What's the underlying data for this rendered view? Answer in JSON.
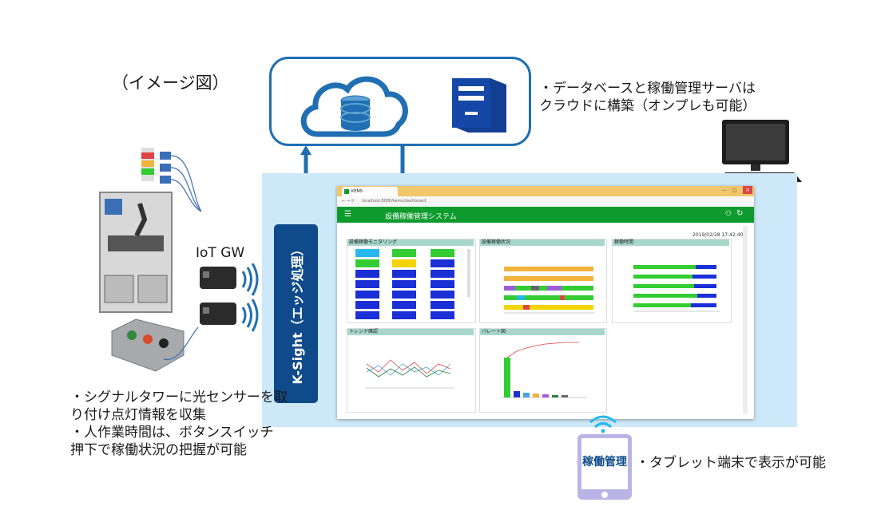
{
  "caption": "（イメージ図）",
  "cloud_note": [
    "・データベースと稼働管理サーバは",
    "クラウドに構築（オンプレも可能）"
  ],
  "iot_gw_label": "IoT GW",
  "ksight_label": "K-Sight（エッジ処理）",
  "left_notes": [
    "・シグナルタワーに光センサーを取",
    "り付け点灯情報を収集",
    "・人作業時間は、ボタンスイッチ",
    "押下で稼働状況の把握が可能"
  ],
  "tablet_label": "稼働管理",
  "tablet_note": "・タブレット端末で表示が可能",
  "browser": {
    "tab_title": "KEMS",
    "url": "localhost:8080/kems/dashboard",
    "app_title": "設備稼働管理システム",
    "timestamp": "2019/02/28 17:42:40",
    "cards": {
      "monitoring": "設備稼働モニタリング",
      "status": "設備稼働状況",
      "uptime": "稼働時間",
      "trend": "トレンド確認",
      "pareto": "パレート図"
    }
  },
  "colors": {
    "cloud_blue": "#1f6fb2",
    "ksight_navy": "#0f4b8a",
    "edge_panel": "#cde8f8",
    "app_green": "#0d9b2d",
    "tablet_purple": "#b9b4e6"
  }
}
